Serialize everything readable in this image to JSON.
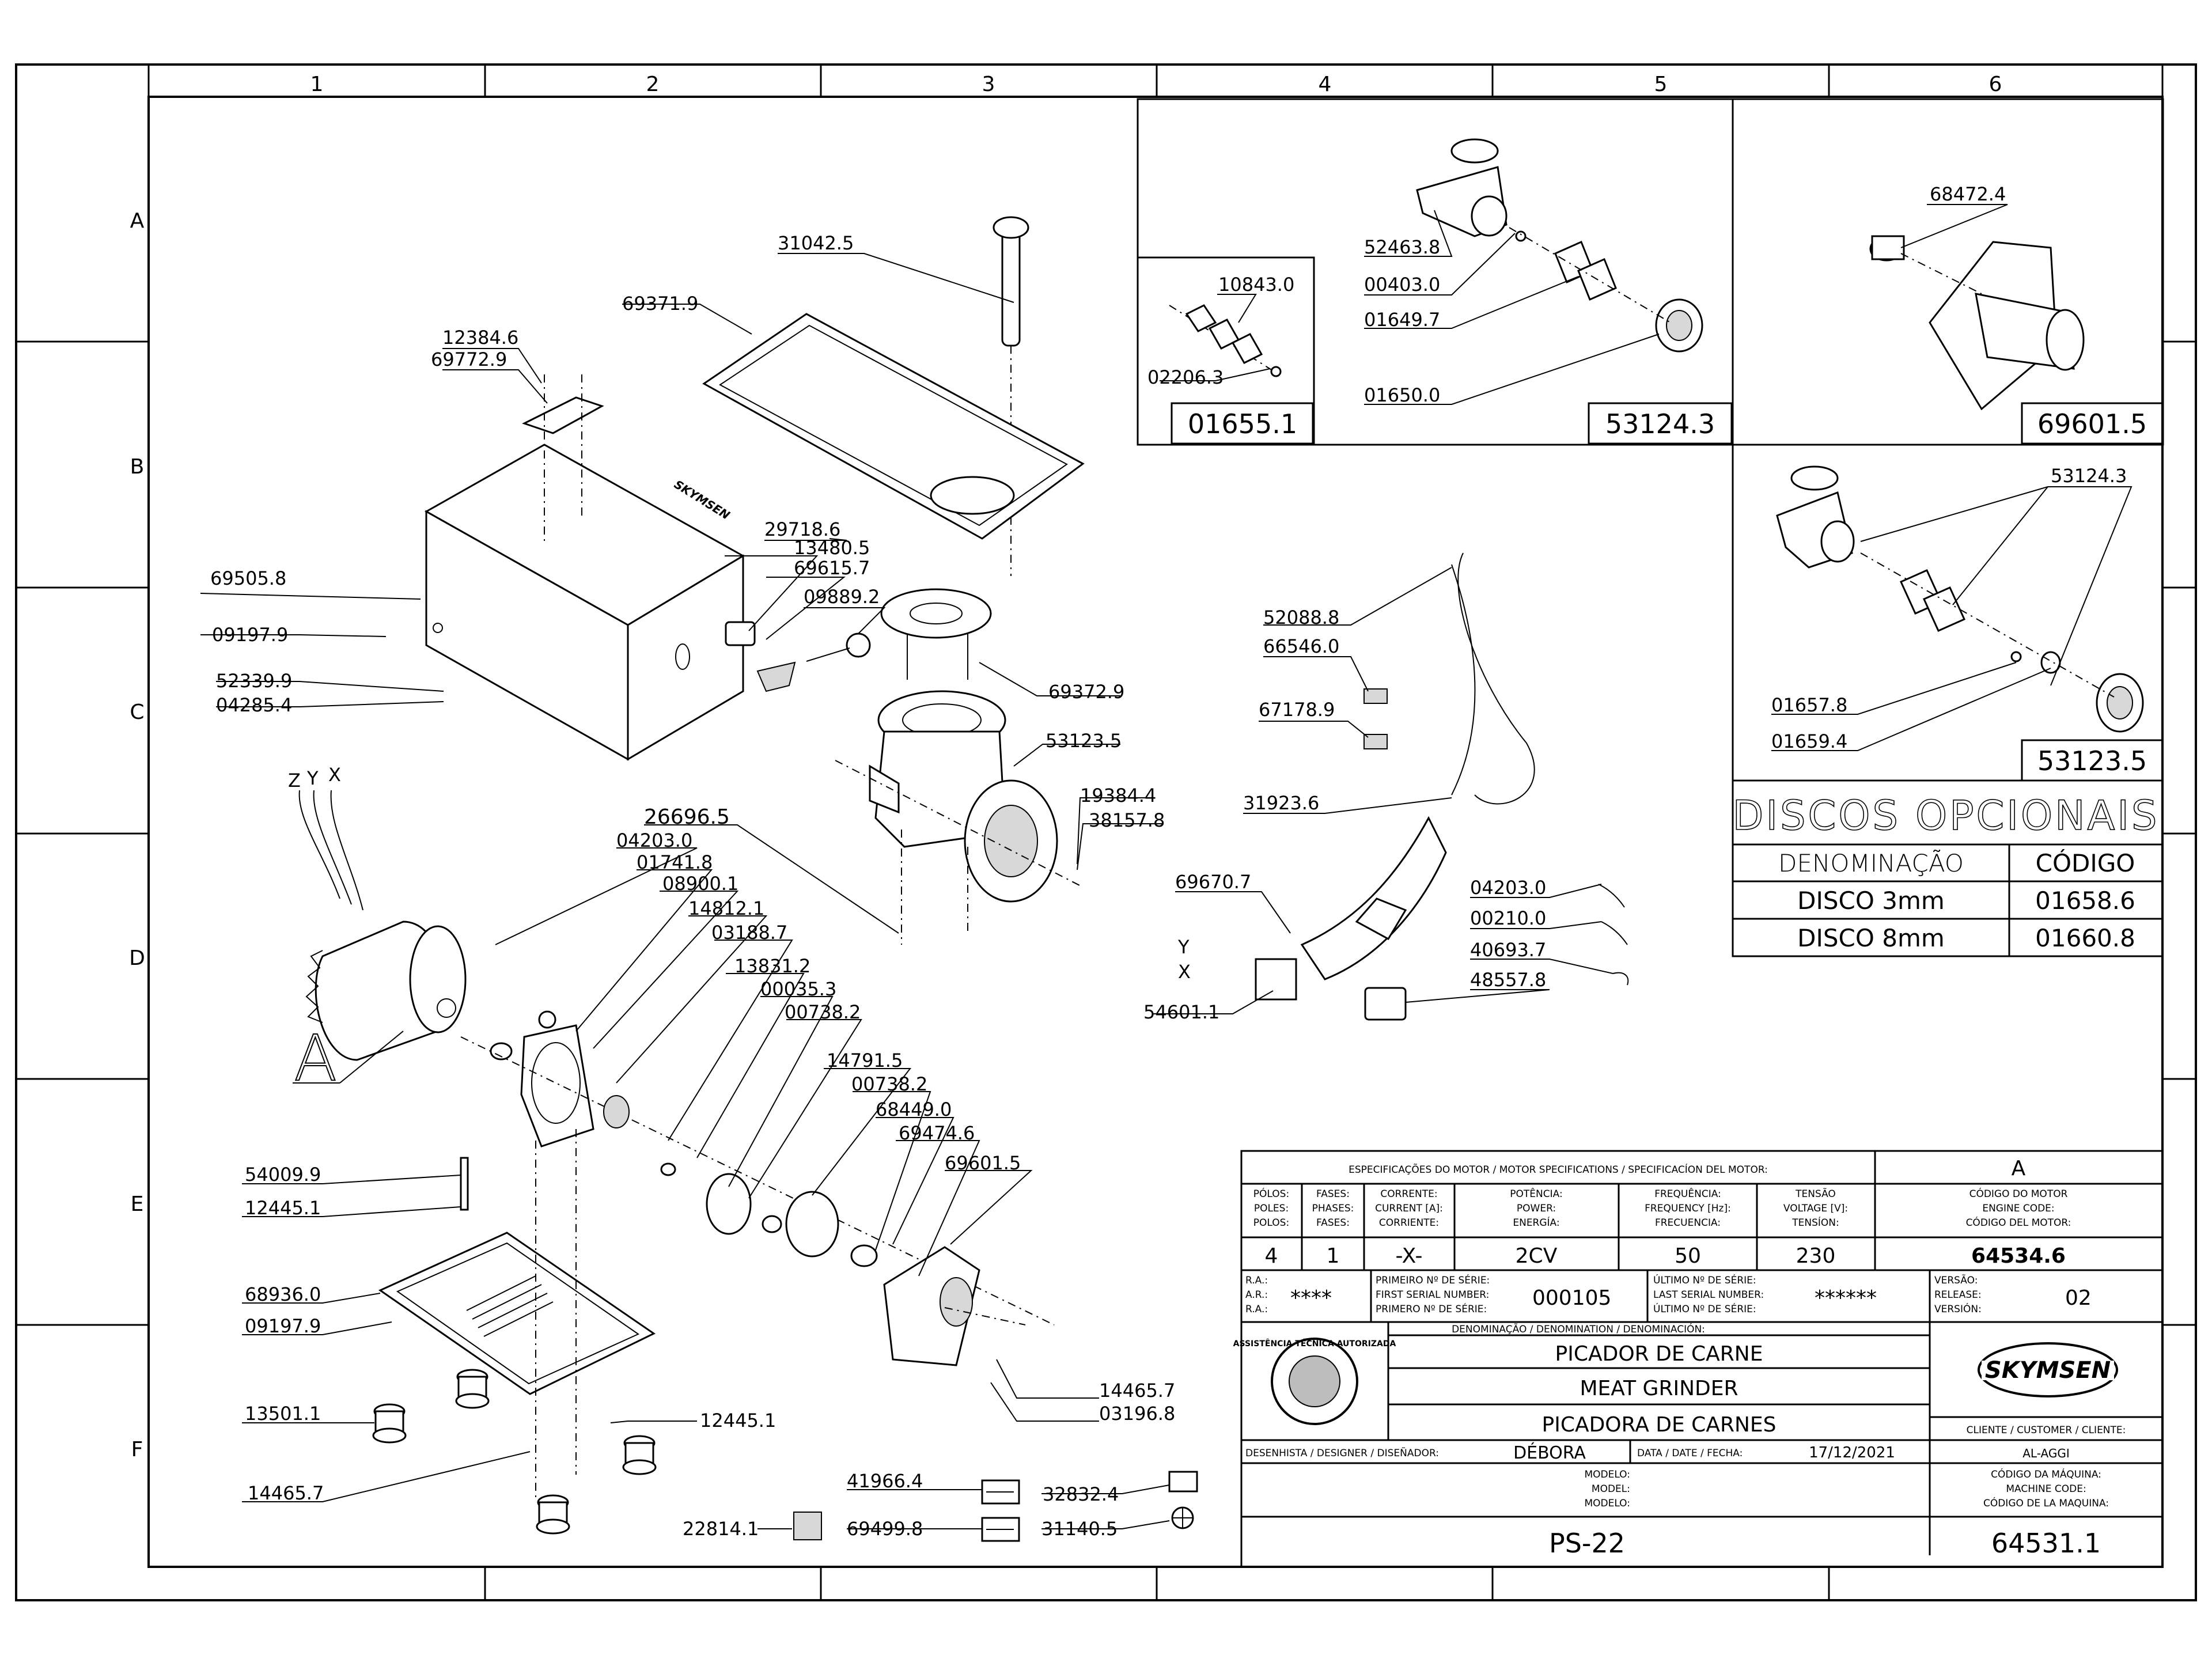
{
  "grid": {
    "columns": [
      "1",
      "2",
      "3",
      "4",
      "5",
      "6"
    ],
    "rows": [
      "A",
      "B",
      "C",
      "D",
      "E",
      "F"
    ]
  },
  "parts": {
    "p31042": "31042.5",
    "p69371": "69371.9",
    "p12384": "12384.6",
    "p69772": "69772.9",
    "p29718": "29718.6",
    "p13480": "13480.5",
    "p69615": "69615.7",
    "p09889": "09889.2",
    "p69505": "69505.8",
    "p09197a": "09197.9",
    "p52339": "52339.9",
    "p04285": "04285.4",
    "p69372": "69372.9",
    "p53123": "53123.5",
    "p19384": "19384.4",
    "p38157": "38157.8",
    "p26696": "26696.5",
    "p04203a": "04203.0",
    "p01741": "01741.8",
    "p08900": "08900.1",
    "p14812": "14812.1",
    "p03188": "03188.7",
    "p13831": "13831.2",
    "p00035": "00035.3",
    "p00738a": "00738.2",
    "p14791": "14791.5",
    "p00738b": "00738.2",
    "p68449": "68449.0",
    "p69474": "69474.6",
    "p69601": "69601.5",
    "p54009": "54009.9",
    "p12445a": "12445.1",
    "p68936": "68936.0",
    "p09197b": "09197.9",
    "p13501": "13501.1",
    "p12445b": "12445.1",
    "p14465a": "14465.7",
    "p14465b": "14465.7",
    "p03196": "03196.8",
    "p41966": "41966.4",
    "p32832": "32832.4",
    "p22814": "22814.1",
    "p69499": "69499.8",
    "p31140": "31140.5",
    "p10843": "10843.0",
    "p02206": "02206.3",
    "p52463": "52463.8",
    "p00403": "00403.0",
    "p01649": "01649.7",
    "p01650": "01650.0",
    "p68472": "68472.4",
    "p53124": "53124.3",
    "p01657": "01657.8",
    "p01659": "01659.4",
    "p52088": "52088.8",
    "p66546": "66546.0",
    "p67178": "67178.9",
    "p31923": "31923.6",
    "p69670": "69670.7",
    "p54601": "54601.1",
    "p04203b": "04203.0",
    "p00210": "00210.0",
    "p40693": "40693.7",
    "p48557": "48557.8"
  },
  "motor_wires": {
    "z": "Z",
    "y": "Y",
    "x": "X",
    "y2": "Y",
    "x2": "X"
  },
  "view_marker": "A",
  "boxes": {
    "b01655": "01655.1",
    "b53124": "53124.3",
    "b69601": "69601.5",
    "b53123": "53123.5"
  },
  "optional_discs": {
    "title": "DISCOS OPCIONAIS",
    "col_name": "DENOMINAÇÃO",
    "col_code": "CÓDIGO",
    "rows": [
      {
        "name": "DISCO 3mm",
        "code": "01658.6"
      },
      {
        "name": "DISCO 8mm",
        "code": "01660.8"
      }
    ]
  },
  "title_block": {
    "motor_spec_header": "ESPECIFICAÇÕES DO MOTOR / MOTOR SPECIFICATIONS / SPECIFICACÍON DEL MOTOR:",
    "rev_letter": "A",
    "h_polos": [
      "PÓLOS:",
      "POLES:",
      "POLOS:"
    ],
    "h_fases": [
      "FASES:",
      "PHASES:",
      "FASES:"
    ],
    "h_corrente": [
      "CORRENTE:",
      "CURRENT [A]:",
      "CORRIENTE:"
    ],
    "h_potencia": [
      "POTÊNCIA:",
      "POWER:",
      "ENERGÍA:"
    ],
    "h_freq": [
      "FREQUÊNCIA:",
      "FREQUENCY [Hz]:",
      "FRECUENCIA:"
    ],
    "h_tensao": [
      "TENSÃO",
      "VOLTAGE [V]:",
      "TENSÍON:"
    ],
    "h_engine": [
      "CÓDIGO DO MOTOR",
      "ENGINE CODE:",
      "CÓDIGO DEL MOTOR:"
    ],
    "v_polos": "4",
    "v_fases": "1",
    "v_corrente": "-X-",
    "v_potencia": "2CV",
    "v_freq": "50",
    "v_tensao": "230",
    "v_engine": "64534.6",
    "h_ra": [
      "R.A.:",
      "A.R.:",
      "R.A.:"
    ],
    "v_ra": "****",
    "h_first": [
      "PRIMEIRO Nº DE SÉRIE:",
      "FIRST SERIAL NUMBER:",
      "PRIMERO Nº DE SÉRIE:"
    ],
    "v_first": "000105",
    "h_last": [
      "ÚLTIMO Nº DE SÉRIE:",
      "LAST SERIAL NUMBER:",
      "ÚLTIMO Nº DE SÉRIE:"
    ],
    "v_last": "******",
    "h_version": [
      "VERSÃO:",
      "RELEASE:",
      "VERSIÓN:"
    ],
    "v_version": "02",
    "denomination_header": "DENOMINAÇÃO / DENOMINATION / DENOMINACIÓN:",
    "name_pt": "PICADOR DE CARNE",
    "name_en": "MEAT GRINDER",
    "name_es": "PICADORA DE CARNES",
    "brand": "SKYMSEN",
    "seal_text": "ASSISTÊNCIA TÉCNICA AUTORIZADA",
    "customer_header": "CLIENTE / CUSTOMER / CLIENTE:",
    "customer": "AL-AGGI",
    "designer_label": "DESENHISTA / DESIGNER / DISEÑADOR:",
    "designer": "DÉBORA",
    "date_label": "DATA / DATE / FECHA:",
    "date": "17/12/2021",
    "model_labels": [
      "MODELO:",
      "MODEL:",
      "MODELO:"
    ],
    "machine_code_labels": [
      "CÓDIGO DA MÁQUINA:",
      "MACHINE CODE:",
      "CÓDIGO DE LA MAQUINA:"
    ],
    "model": "PS-22",
    "machine_code": "64531.1"
  }
}
